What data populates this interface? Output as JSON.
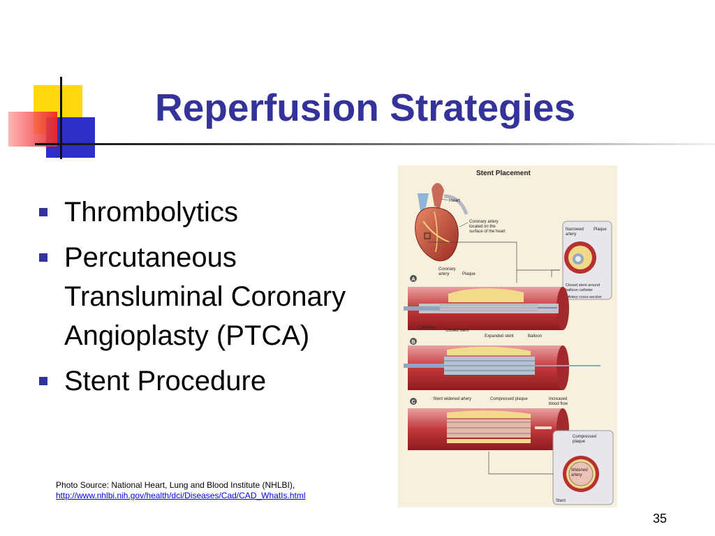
{
  "title": "Reperfusion Strategies",
  "bullets": [
    "Thrombolytics",
    "Percutaneous Transluminal Coronary Angioplasty (PTCA)",
    "Stent Procedure"
  ],
  "source": {
    "text": "Photo Source: National Heart, Lung and Blood Institute (NHLBI),",
    "link": "http://www.nhlbi.nih.gov/health/dci/Diseases/Cad/CAD_WhatIs.html"
  },
  "slide_number": "35",
  "figure": {
    "title": "Stent Placement",
    "labels": {
      "heart": "Heart",
      "coronary_artery_surface_1": "Coronary artery",
      "coronary_artery_surface_2": "located on the",
      "coronary_artery_surface_3": "surface of the heart",
      "coronary_artery_1": "Coronary",
      "coronary_artery_2": "artery",
      "plaque": "Plaque",
      "narrowed_artery_1": "Narrowed",
      "narrowed_artery_2": "artery",
      "plaque_inset": "Plaque",
      "closed_stent_inset_1": "Closed stent around",
      "closed_stent_inset_2": "balloon catheter",
      "artery_cross_section": "Artery cross-section",
      "catheters": "Catheters",
      "closed_stent": "Closed stent",
      "expanded_stent": "Expanded stent",
      "balloon": "Balloon",
      "stent_widened_artery": "Stent widened artery",
      "compressed_plaque": "Compressed plaque",
      "increased_blood_flow_1": "Increased",
      "increased_blood_flow_2": "blood flow",
      "compressed_plaque_inset_1": "Compressed",
      "compressed_plaque_inset_2": "plaque",
      "widened_artery_1": "Widened",
      "widened_artery_2": "artery",
      "stent": "Stent",
      "step_a": "A",
      "step_b": "B",
      "step_c": "C"
    }
  }
}
